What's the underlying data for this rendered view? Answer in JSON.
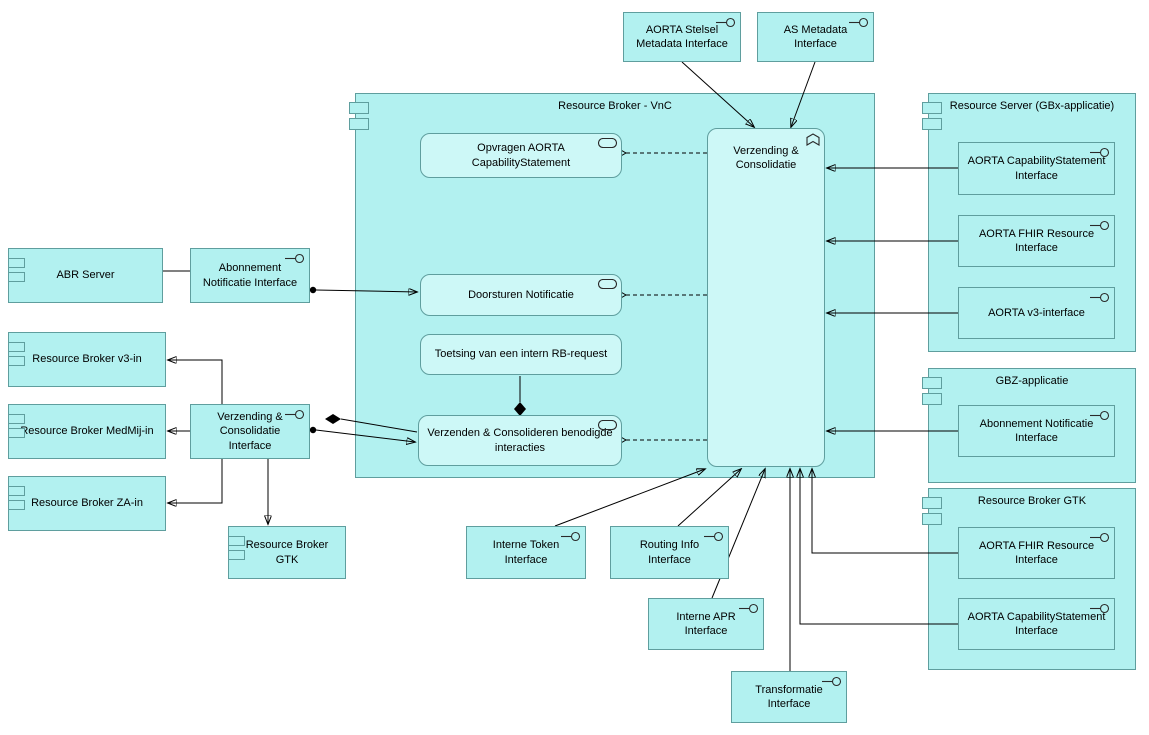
{
  "colors": {
    "node_fill": "#b2f1f0",
    "node_fill_light": "#cdf8f7",
    "node_border": "#5f9e9e",
    "wire": "#000000"
  },
  "top_interfaces": {
    "aorta_stelsel_metadata": {
      "label": "AORTA Stelsel Metadata Interface"
    },
    "as_metadata": {
      "label": "AS Metadata Interface"
    }
  },
  "resource_broker_vnc": {
    "title": "Resource Broker - VnC",
    "opvragen": {
      "label": "Opvragen AORTA CapabilityStatement"
    },
    "verzending_consolidatie": {
      "label": "Verzending & Consolidatie"
    },
    "doorsturen": {
      "label": "Doorsturen Notificatie"
    },
    "toetsing": {
      "label": "Toetsing van een intern RB-request"
    },
    "verzenden_consolideren": {
      "label": "Verzenden & Consolideren benodigde interacties"
    }
  },
  "resource_server": {
    "title": "Resource Server (GBx-applicatie)",
    "aorta_capabilitystatement": {
      "label": "AORTA CapabilityStatement Interface"
    },
    "aorta_fhir_resource": {
      "label": "AORTA FHIR Resource Interface"
    },
    "aorta_v3": {
      "label": "AORTA v3-interface"
    }
  },
  "gbz_applicatie": {
    "title": "GBZ-applicatie",
    "abonnement_notificatie": {
      "label": "Abonnement Notificatie Interface"
    }
  },
  "resource_broker_gtk": {
    "title": "Resource Broker GTK",
    "aorta_fhir_resource": {
      "label": "AORTA FHIR Resource Interface"
    },
    "aorta_capabilitystatement": {
      "label": "AORTA CapabilityStatement Interface"
    }
  },
  "left_components": {
    "abr_server": {
      "label": "ABR Server"
    },
    "abonnement_notificatie_interface": {
      "label": "Abonnement Notificatie Interface"
    },
    "resource_broker_v3_in": {
      "label": "Resource Broker v3-in"
    },
    "resource_broker_medmij_in": {
      "label": "Resource Broker MedMij-in"
    },
    "resource_broker_za_in": {
      "label": "Resource Broker ZA-in"
    },
    "verzending_consolidatie_interface": {
      "label": "Verzending & Consolidatie Interface"
    },
    "resource_broker_gtk": {
      "label": "Resource Broker GTK"
    }
  },
  "bottom_interfaces": {
    "interne_token": {
      "label": "Interne Token Interface"
    },
    "routing_info": {
      "label": "Routing Info Interface"
    },
    "interne_apr": {
      "label": "Interne APR Interface"
    },
    "transformatie": {
      "label": "Transformatie Interface"
    }
  }
}
